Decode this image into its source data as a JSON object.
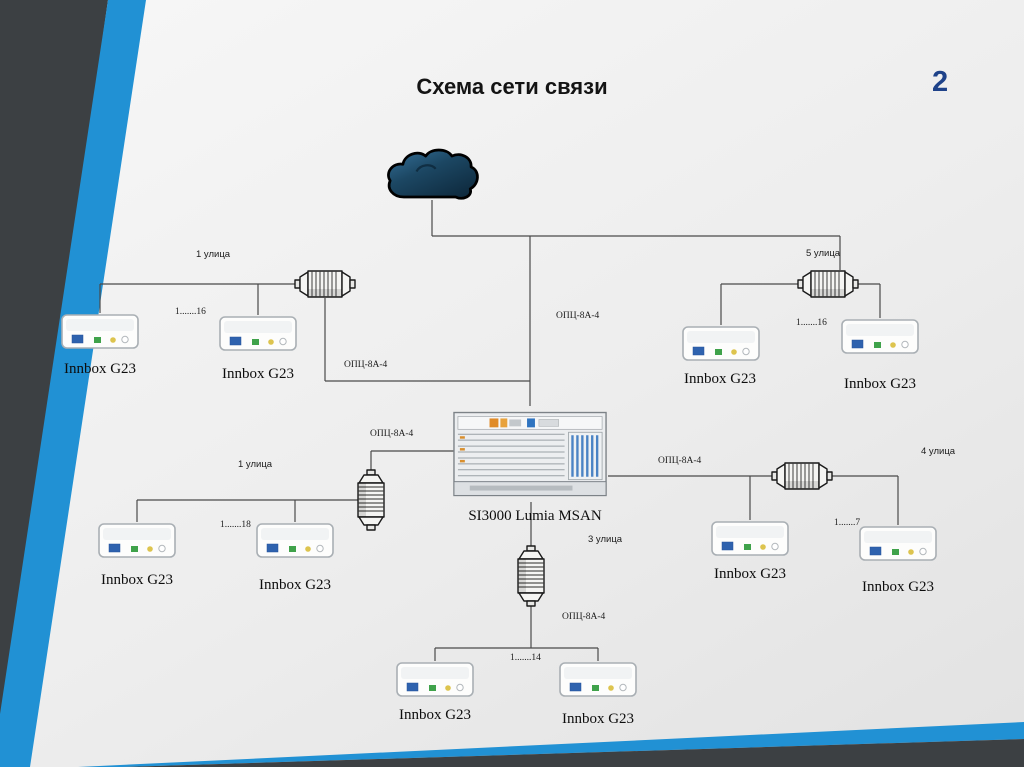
{
  "slide": {
    "title": "Схема сети связи",
    "page_number": "2"
  },
  "colors": {
    "accent_blue": "#2191d4",
    "stripe_dark": "#3c4043",
    "page_number_blue": "#1e4289",
    "cloud_fill": "#16384f"
  },
  "diagram": {
    "trunk_cable_label": "ОПЦ-8А-4",
    "msan": {
      "label": "SI3000 Lumia MSAN"
    },
    "groups": [
      {
        "id": "top-left",
        "street": "1 улица",
        "port_range": "1.......16",
        "cable_label": "ОПЦ-8А-4",
        "devices": [
          "Innbox G23",
          "Innbox G23"
        ]
      },
      {
        "id": "top-right",
        "street": "5 улица",
        "port_range": "1.......16",
        "devices": [
          "Innbox G23",
          "Innbox G23"
        ]
      },
      {
        "id": "mid-left",
        "street": "1 улица",
        "port_range": "1.......18",
        "cable_label": "ОПЦ-8А-4",
        "devices": [
          "Innbox G23",
          "Innbox G23"
        ]
      },
      {
        "id": "mid-right",
        "street": "4 улица",
        "port_range": "1.......7",
        "cable_label": "ОПЦ-8А-4",
        "devices": [
          "Innbox G23",
          "Innbox G23"
        ]
      },
      {
        "id": "bottom",
        "street": "3 улица",
        "port_range": "1.......14",
        "cable_label": "ОПЦ-8А-4",
        "devices": [
          "Innbox G23",
          "Innbox G23"
        ]
      }
    ]
  }
}
